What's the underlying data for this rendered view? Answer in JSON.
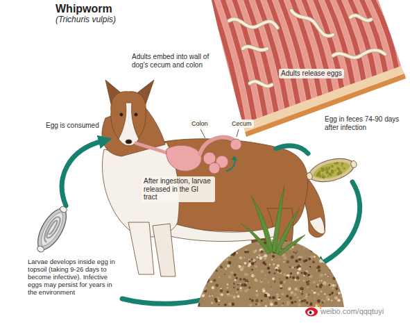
{
  "diagram": {
    "title": "Whipworm",
    "labels": [
      "(Trichuris vulpis)",
      "Adults embed into wall of dog's cecum and colon",
      "Adults release eggs",
      "Egg is consumed",
      "Colon",
      "Cecum",
      "After ingestion, larvae released in the GI tract",
      "Egg in feces 74-90 days after infection",
      "Larvae develops inside egg in topsoil (taking 9-26 days to become infective). Infective eggs may persist for years in the environment",
      "weibo.com/qqqtuyi"
    ]
  }
}
